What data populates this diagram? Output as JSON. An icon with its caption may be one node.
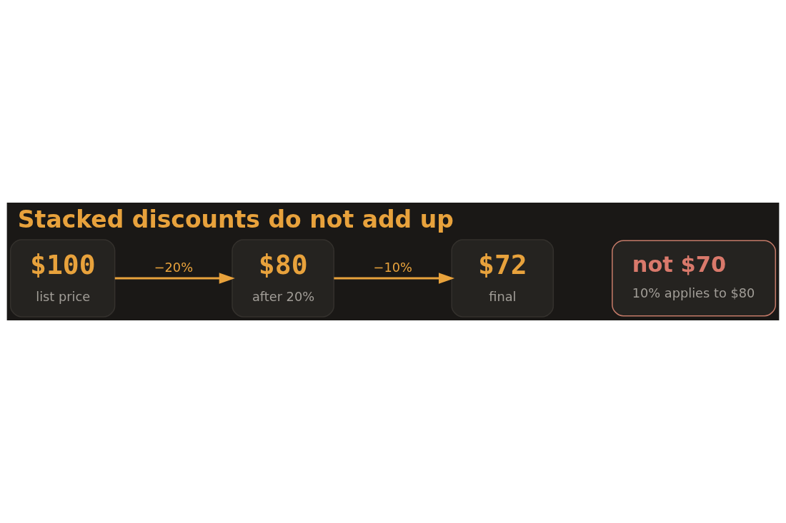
{
  "diagram": {
    "title": "Stacked discounts do not add up",
    "nodes": [
      {
        "text": [
          "$100",
          "list price"
        ]
      },
      {
        "text": [
          "$80",
          "after 20%"
        ]
      },
      {
        "text": [
          "$72",
          "final"
        ]
      },
      {
        "text": [
          "not $70",
          "10% applies to $80"
        ]
      }
    ],
    "edges": [
      {
        "from": 0,
        "to": 1,
        "arrow": "to",
        "label": "−20%"
      },
      {
        "from": 1,
        "to": 2,
        "arrow": "to",
        "label": "−10%"
      }
    ]
  }
}
